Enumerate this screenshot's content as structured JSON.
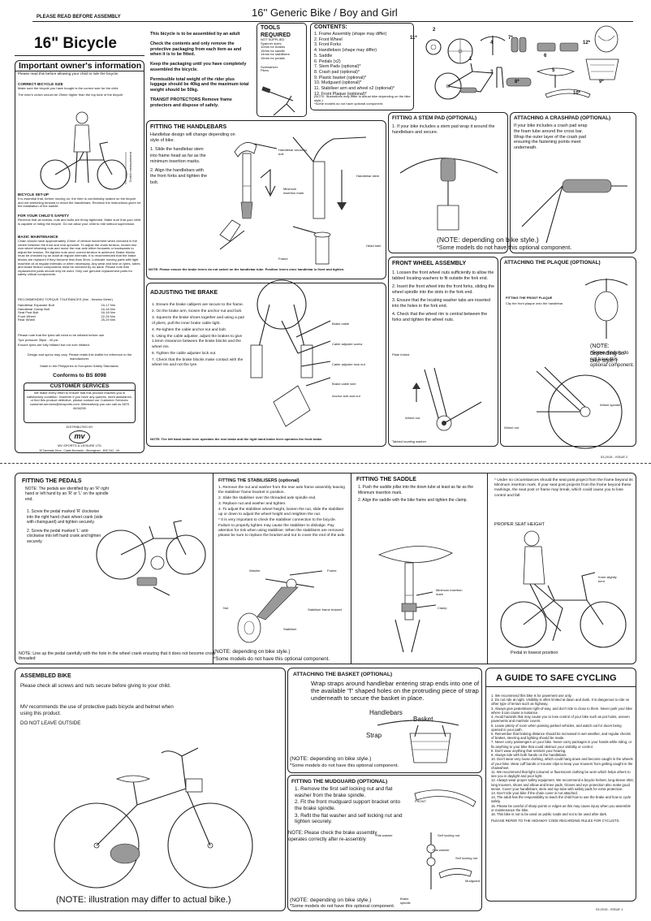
{
  "top_note": "PLEASE READ BEFORE ASSEMBLY",
  "doc_title": "16'' Generic Bike / Boy and Girl",
  "product_title": "16\" Bicycle",
  "intro": {
    "p1": "This bicycle is to be assembled by an adult",
    "p2": "Check the contents and only remove the protective packaging from each item as and when it is to be fitted.",
    "p3": "Keep the packaging until you have completely assembled the bicycle.",
    "p4": "Permissible total weight of the rider plus luggage should be 40kg and the maximum total weight should be 50kg.",
    "p5": "TRANSIT PROTECTORS Remove frame protectors and dispose of safely."
  },
  "tools": {
    "title": "TOOLS REQUIRED",
    "items": [
      "NOT SUPPLIED",
      "Spanner sizes:",
      "10mm for brakes",
      "15mm for saddle",
      "14mm for stabilisers",
      "15mm for pedals"
    ],
    "screwdriver": "Screwdriver",
    "pliers": "Pliers"
  },
  "contents": {
    "title": "CONTENTS:",
    "items": [
      "1. Frame Assembly (shape may differ)",
      "2. Front Wheel",
      "3. Front Forks",
      "4. Handlebars (shape may differ)",
      "5. Saddle",
      "6. Pedals (x2)",
      "7. Stem Pads (optional)*",
      "8. Crash pad (optional)*",
      "9. Plastic basket (optional)*",
      "10. Mudguard (optional)*",
      "11. Stabiliser arm and wheel x2 (optional)*",
      "12. Front Plaque (optional)*"
    ],
    "note1": "(NOTE: Illustrations may differ to actual bike depending on the bike style.)",
    "note2": "*Some models do not have optional component.",
    "labels": [
      "11*",
      "2",
      "4",
      "7*",
      "12*",
      "1",
      "3",
      "8*",
      "6",
      "5",
      "9*",
      "10*"
    ]
  },
  "owner": {
    "title": "Important owner's information",
    "subtitle": "Please read this before allowing your child to ride the bicycle.",
    "size_title": "CORRECT BICYCLE SIZE",
    "size_text": "Make sure the bicycle you have bought is the correct size for the child.",
    "size_text2": "The rider's crotch should be 25mm higher than the top tube of the bicycle.",
    "crotch_label": "Crotch measurement",
    "setup_title": "BICYCLE SET-UP",
    "setup_text": "It is essential that, before moving on, the rider is comfortably seated on the bicycle and not stretching forward to reach the handlebars. Recheck the instructions given for the installation of the saddle.",
    "safety_title": "FOR YOUR CHILD'S SAFETY",
    "safety_text": "Recheck that all screws, nuts and bolts are firmly tightened. Make sure that your child is capable of riding the bicycle. Do not allow your child to ride without supervision.",
    "maint_title": "BASIC MAINTENANCE",
    "maint_text": "Chain should have approximately 10mm of vertical movement when checked in the centre between the front and rear sprocket. To adjust the chain tension, loosen two rear wheel retaining nuts and move the rear axle either forwards or backwards to adjust the tension. Re-tighten nuts once correct tension is achieved. Brake blocks must be checked by an adult at regular intervals. It is recommended that the brake blocks are replaced if they become less than 3mm. Lubricate moving parts with light machine oil at regular intervals or when necessary. Any wear and tear on tyres, tubes and brake friction components must be checked by an adult. Please note that replacement parts should only be used. Only use genuine replacement parts for safety critical components.",
    "torque_title": "RECOMMENDED TORQUE TOLERANCES (Nm - Newton Meter)",
    "torque": [
      [
        "Handlebar Expander Bolt",
        "15-17 Nm"
      ],
      [
        "Handlebar Clamp Bolt",
        "16-18 Nm"
      ],
      [
        "Seat Post Bolt",
        "16-18 Nm"
      ],
      [
        "Front Wheel",
        "22-25 Nm"
      ],
      [
        "Rear Wheel",
        "25-29 Nm"
      ]
    ],
    "tyre_note": "Please note that the tyres will need to be inflated before use",
    "tyre_pressure": "Tyre pressure 35psi - 40 psi",
    "tyre_note2": "Ensure tyres are fully inflated but not over inflated.",
    "design_note": "Design and specs may vary. Please retain this leaflet for reference to the manufacturer.",
    "made_in": "Made in the Philippines to European Safety Standards.",
    "conforms": "Conforms to BS 8098",
    "cs_title": "CUSTOMER SERVICES",
    "cs_text": "We make every effort to ensure that this product reaches you in satisfactory condition. However if you have any queries, need assistance, or find this product defective, please contact our Customer Services: customer.services@mvsports.com. Alternatively you can call us 0870 8434255",
    "distributed": "DISTRIBUTED BY",
    "logo": "mv",
    "company": "MV SPORTS & LEISURE LTD",
    "address": "35 Tameside Drive - Castle Bromwich - Birmingham - B35 7AG - UK"
  },
  "handlebars": {
    "title": "FITTING THE HANDLEBARS",
    "intro": "Handlebar design will change depending on style of bike.",
    "steps": [
      "1. Slide the handlebar stem into frame head as far as the minimum insertion marks.",
      "2. Align the handlebars with the front forks and tighten the bolt."
    ],
    "labels": [
      "Handlebar securing bolt",
      "Handlebar stem",
      "Minimum insertion mark",
      "Frame",
      "Head tube"
    ],
    "note": "NOTE: Please ensure the brake levers do not swivel on the handlebar tube. Position levers once handlebar is fixed and tighten."
  },
  "stem_pad": {
    "title": "FITTING A STEM PAD (optional)",
    "text": "1. If your bike includes a stem pad wrap it around the handlebars and secure."
  },
  "crashpad": {
    "title": "ATTACHING A CRASHPAD (optional)",
    "text": "If your bike includes a crash pad wrap the foam tube around the cross bar. Wrap the outer layer of the crash pad ensuring the fastening points meet underneath."
  },
  "note_depending_big": "(NOTE: depending on bike style.)",
  "note_optional_big": "*Some models do not have this optional component.",
  "front_wheel": {
    "title": "FRONT WHEEL ASSEMBLY",
    "steps": [
      "1. Loosen the front wheel nuts sufficiently to allow the tabbed locating washers to fit outside the fork end.",
      "2. Insert the front wheel into the front forks, sliding the wheel spindle into the slots in the fork end.",
      "3. Ensure that the locating washer tabs are inserted into the holes in the fork end.",
      "4. Check that the wheel rim is central between the forks and tighten the wheel nuts."
    ],
    "labels": [
      "Plate forked",
      "Wheel nut",
      "Wheel spindle",
      "Wheel nut",
      "Tabbed locating washer"
    ]
  },
  "plaque": {
    "title": "ATTACHING THE PLAQUE (optional)",
    "subtitle": "FITTING THE FRONT PLAQUE",
    "text": "Clip the front plaque onto the handlebar",
    "note1": "(NOTE: depending on bike style.)",
    "note2": "*Some models do not have this optional component."
  },
  "brake": {
    "title": "ADJUSTING THE BRAKE",
    "steps": [
      "1. Ensure the brake callipers are secure to the frame.",
      "2. On the brake arm, loosen the anchor nut and bolt.",
      "3. Squeeze the brake shoes together and using a pair of pliers, pull the inner brake cable tight.",
      "4. Re-tighten the cable anchor nut and bolt.",
      "5. Using the cable adjuster, adjust the brakes to give 1.5mm clearance between the brake blocks and the wheel rim.",
      "6. Tighten the cable adjuster lock nut.",
      "7. Check that the brake blocks make contact with the wheel rim and not the tyre."
    ],
    "labels": [
      "Brake cable",
      "Cable adjuster screw",
      "Cable adjuster lock nut",
      "Brake cable wire",
      "Anchor bolt and nut"
    ],
    "note": "NOTE: The left hand brake lever operates the rear brake and the right hand brake lever operates the front brake."
  },
  "page_code_top": "03.2015 - ISSUE 2",
  "pedals": {
    "title": "FITTING THE PEDALS",
    "intro": "NOTE: The pedals are identified by an 'R' right hand or left hand by an 'R' or 'L' on the spindle end.",
    "steps": [
      "1. Screw the pedal marked 'R' clockwise into the right hand chain wheel crank (side with chainguard) and tighten securely.",
      "2. Screw the pedal marked 'L' anti-clockwise into left hand crank and tighten securely."
    ],
    "note": "NOTE: Line up the pedal carefully with the hole in the wheel crank ensuring that it does not become cross threaded"
  },
  "stabilisers": {
    "title": "FITTING THE STABILISERS (optional)",
    "steps": [
      "1. Remove the nut and washer from the rear axle frame assembly leaving the stabiliser frame bracket in position.",
      "2. Slide the stabiliser over the threaded axle spindle end.",
      "3. Replace nut and washer and tighten.",
      "4. To adjust the stabiliser wheel height, loosen the nut, slide the stabiliser up or down to adjust the wheel height and retighten the nut.",
      "* It is very important to check the stabiliser connection to the bicycle. Failure to properly tighten may cause the stabiliser to dislodge. Pay attention for risk when using stabiliser. When the stabilisers are removed please be sure to replace the bracket and nut to cover the end of the axle."
    ],
    "labels": [
      "Washer",
      "Frame",
      "Nut",
      "Stabiliser frame bracket",
      "Stabiliser"
    ],
    "note1": "(NOTE: depending on bike style.)",
    "note2": "*Some models do not have this optional component."
  },
  "saddle": {
    "title": "FITTING THE SADDLE",
    "steps": [
      "1. Push the saddle pillar into the down tube at least as far as the Minimum insertion mark.",
      "2. Align the saddle with the bike frame and tighten the clamp."
    ],
    "labels": [
      "Minimum insertion mark",
      "Clamp"
    ],
    "warning": "* Under no circumstances should the seat post project from the frame beyond its Minimum insertion mark. If your seat post projects from the frame beyond these markings, the seat post or frame may break, which could cause you to lose control and fall.",
    "height_title": "PROPER SEAT HEIGHT",
    "knee": "Knee slightly bent",
    "pedal_pos": "Pedal in lowest position"
  },
  "assembled": {
    "title": "ASSEMBLED BIKE",
    "text": "Please check all screws and nuts secure before giving to your child.",
    "rec": "MV recommends the use of protective pads bicycle and helmet when using this product.",
    "outside": "DO NOT LEAVE OUTSIDE",
    "note": "(NOTE: illustration may differ to actual bike.)"
  },
  "basket": {
    "title": "ATTACHING THE BASKET (optional)",
    "text": "Wrap straps around handlebar entering strap ends into one of the available 'T' shaped holes on the protruding piece of strap underneath to secure the basket in place.",
    "labels": [
      "Handlebars",
      "Basket",
      "Strap"
    ],
    "note1": "(NOTE: depending on bike style.)",
    "note2": "*Some models do not have this optional component."
  },
  "mudguard": {
    "title": "FITTING THE MUDGUARD (optional)",
    "steps": [
      "1. Remove the first self locking nut and flat washer from the brake spindle.",
      "2. Fit the front mudguard support bracket onto the brake spindle.",
      "3. Refit the flat washer and self locking nut and tighten securely."
    ],
    "note": "NOTE: Please check the brake assembly operates correctly after re-assembly",
    "labels": [
      "FRONT",
      "Flat washer",
      "Self locking nut",
      "Flat washer",
      "Self locking nut",
      "Mudguard",
      "Brake spindle"
    ],
    "note1": "(NOTE: depending on bike style.)",
    "note2": "*Some models do not have this optional component."
  },
  "safe": {
    "title": "A GUIDE TO SAFE CYCLING",
    "items": [
      "1. We recommend this bike is for pavement use only.",
      "2. Do not ride at night. Visibility is often limited at dawn and dusk. It is dangerous to ride on other type of terrain such as highway.",
      "3. Always give pedestrians right-of-way, and don't ride to close to them. Never park your bike where it can cause a nuisance.",
      "4. Avoid hazards that may cause you to lose control of your bike such as pot holes, uneven pavements and manhole covers.",
      "5. Leave plenty of room when passing parked vehicles, and watch out for doors being opened in your path.",
      "6. Remember that braking distance should be increased in wet weather, and regular checks of brakes, steering and lighting should be made.",
      "7. Never carry passengers on your bike. Never carry packages in your hands while riding, or fix anything to your bike that could obstruct your visibility or control.",
      "8. Don't wear anything that restricts your hearing.",
      "9. Always ride with both hands on the handlebars.",
      "10. Don't wear very loose clothing, which could hang down and become caught in the wheels of your bike. Wear cuff bands or trouser clips to keep your trousers from getting caught in the chainwheel.",
      "11. We recommend that light coloured or fluorescent clothing be worn which helps others to see you in daylight and poor light.",
      "12. Always wear proper safety equipment. We recommend a bicycle helmet, long sleeve shirt, long trousers, shoes and elbow and knee pads. Gloves and eye protection also make good sense. Cover your handlebars, stem and top tube with safety pads for extra protection.",
      "13. Don't ride your bike if the chain cover is not attached.",
      "14. The adult has the responsibility to teach the child how to use the brake and how to cycle safely.",
      "15. Please be careful of sharp points or edges as this may cause injury when you assemble or maintenance the bike.",
      "16. This bike is not to be used on public roads and not to be used after dark."
    ],
    "refer": "PLEASE REFER TO THE HIGHWAY CODE REGARDING RULES FOR CYCLISTS."
  },
  "page_code_bottom": "03.2015 - ISSUE 1"
}
